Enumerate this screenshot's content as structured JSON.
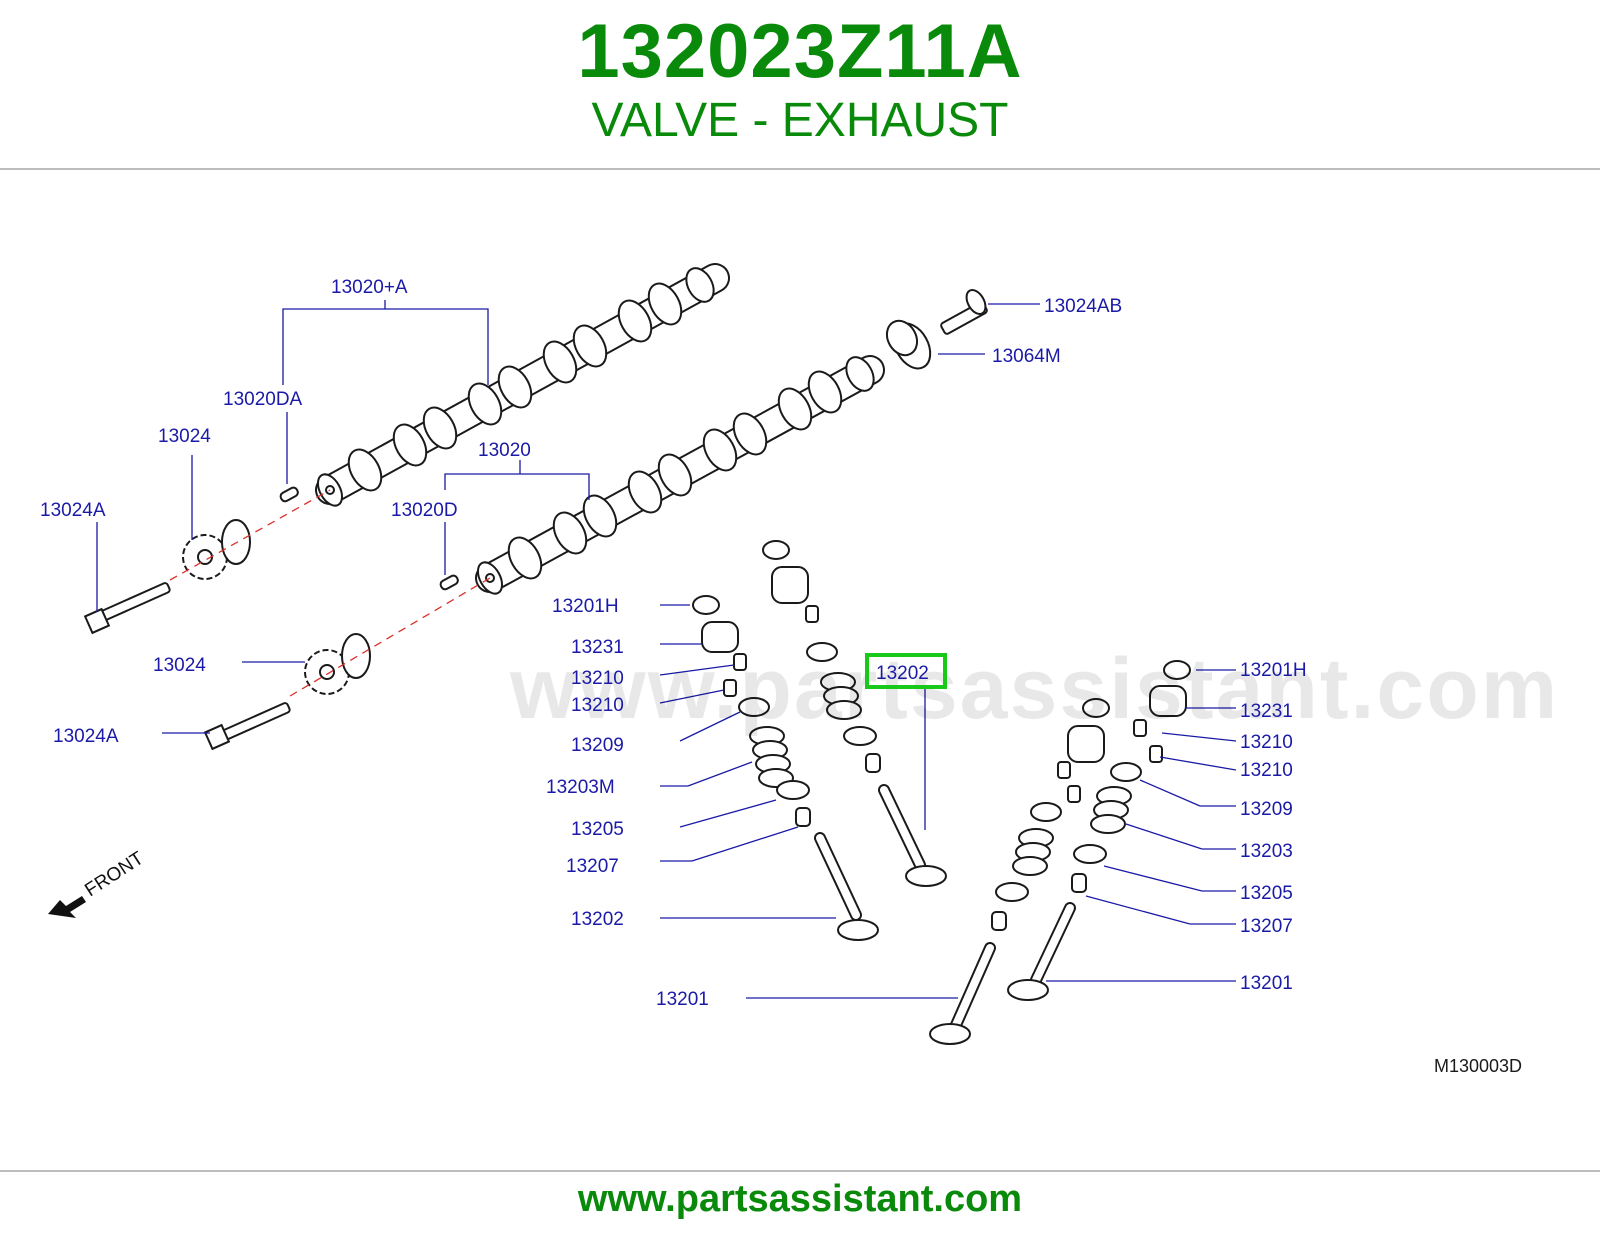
{
  "header": {
    "part_number": "132023Z11A",
    "description": "VALVE - EXHAUST"
  },
  "diagram": {
    "watermark": "www.partsassistant.com",
    "code": "M130003D",
    "front_label": "FRONT",
    "highlighted_label": "13202",
    "labels": {
      "l13020a": "13020+A",
      "l13024ab": "13024AB",
      "l13064m": "13064M",
      "l13020da": "13020DA",
      "l13024_top": "13024",
      "l13020": "13020",
      "l13024a_top": "13024A",
      "l13020d": "13020D",
      "l13201h_l": "13201H",
      "l13231_l": "13231",
      "l13210_l1": "13210",
      "l13210_l2": "13210",
      "l13024_bot": "13024",
      "l13024a_bot": "13024A",
      "l13209_l": "13209",
      "l13203m": "13203M",
      "l13205_l": "13205",
      "l13207_l": "13207",
      "l13202_l": "13202",
      "l13201_l": "13201",
      "l13201h_r": "13201H",
      "l13231_r": "13231",
      "l13210_r1": "13210",
      "l13210_r2": "13210",
      "l13209_r": "13209",
      "l13203_r": "13203",
      "l13205_r": "13205",
      "l13207_r": "13207",
      "l13201_r": "13201"
    }
  },
  "footer": {
    "url": "www.partsassistant.com"
  }
}
